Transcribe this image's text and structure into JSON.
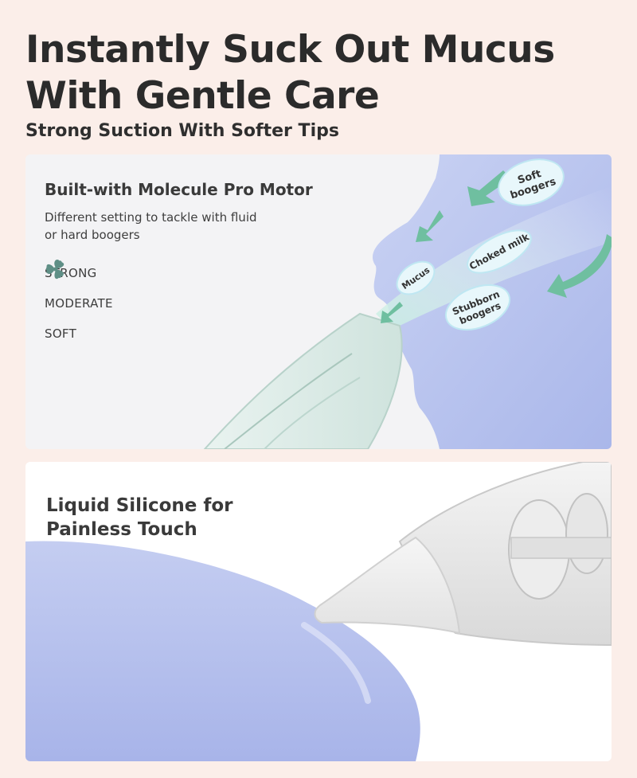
{
  "headline": {
    "line1": "Instantly Suck Out Mucus",
    "line2": "With Gentle Care"
  },
  "subhead": "Strong Suction With Softer Tips",
  "motor": {
    "title": "Built-with Molecule Pro Motor",
    "description_line1": "Different setting to tackle with fluid",
    "description_line2": "or hard boogers",
    "settings": [
      {
        "label": "STRONG",
        "icon": "fan-icon"
      },
      {
        "label": "MODERATE",
        "icon": "fan-icon"
      },
      {
        "label": "SOFT",
        "icon": "fan-icon"
      }
    ]
  },
  "bubbles": {
    "soft_boogers_1": "Soft",
    "soft_boogers_2": "boogers",
    "choked_milk": "Choked milk",
    "mucus": "Mucus",
    "stubborn_1": "Stubborn",
    "stubborn_2": "boogers"
  },
  "silicone": {
    "title_line1": "Liquid Silicone for",
    "title_line2": "Painless Touch"
  },
  "colors": {
    "page_bg": "#fbeee9",
    "accent_green": "#6fbfa0",
    "icon_teal": "#5f8f86",
    "face_blue": "#b9c4ee",
    "text_dark": "#2b2b2b"
  }
}
